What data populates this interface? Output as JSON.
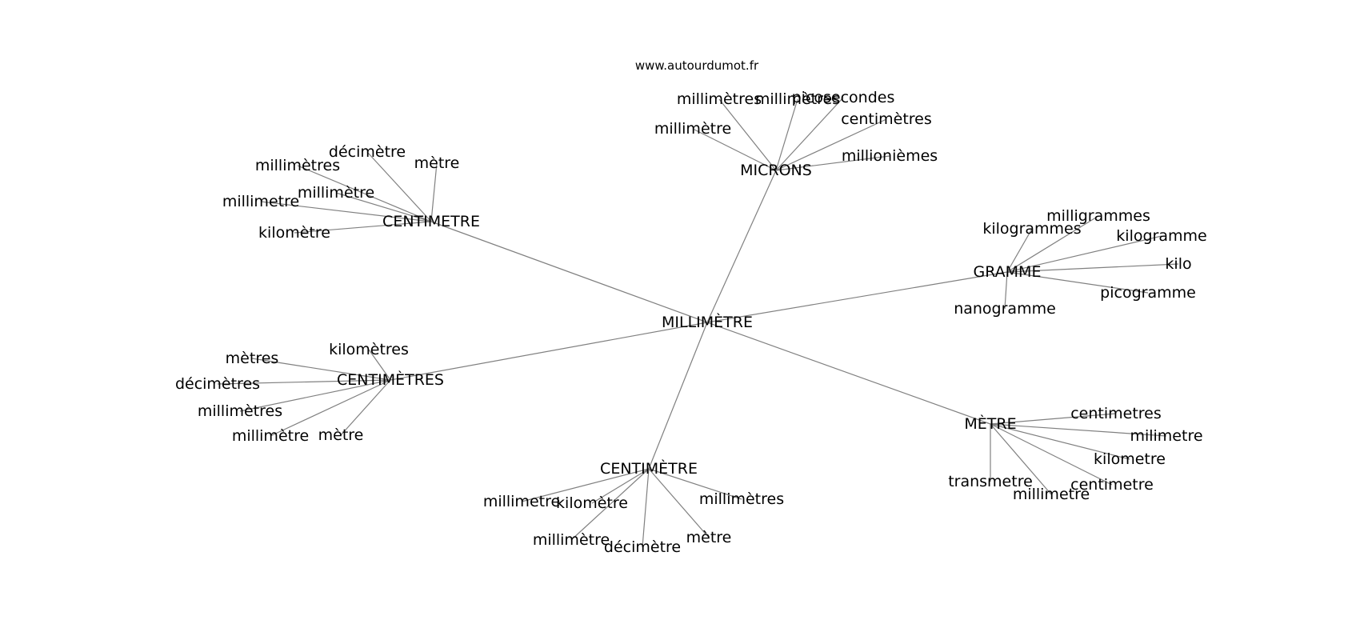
{
  "site": "www.autourdumot.fr",
  "graph": {
    "center": "MILLIMÈTRE",
    "clusters": [
      {
        "label": "MICRONS",
        "words": [
          "millimètres",
          "millimètres",
          "picosecondes",
          "centimètres",
          "millimètre",
          "millionièmes"
        ]
      },
      {
        "label": "CENTIMETRE",
        "words": [
          "décimètre",
          "mètre",
          "millimètres",
          "millimètre",
          "millimetre",
          "kilomètre"
        ]
      },
      {
        "label": "GRAMME",
        "words": [
          "milligrammes",
          "kilogrammes",
          "kilogramme",
          "kilo",
          "picogramme",
          "nanogramme"
        ]
      },
      {
        "label": "CENTIMÈTRES",
        "words": [
          "kilomètres",
          "mètres",
          "décimètres",
          "millimètres",
          "millimètre",
          "mètre"
        ]
      },
      {
        "label": "MÈTRE",
        "words": [
          "centimetres",
          "milimetre",
          "kilometre",
          "centimetre",
          "millimetre",
          "transmetre"
        ]
      },
      {
        "label": "CENTIMÈTRE",
        "words": [
          "millimetre",
          "kilomètre",
          "millimètres",
          "millimètre",
          "décimètre",
          "mètre"
        ]
      }
    ]
  }
}
